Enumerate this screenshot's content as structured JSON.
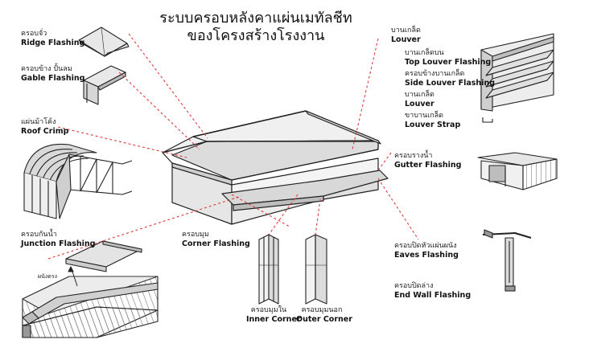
{
  "title": {
    "line1": "ระบบครอบหลังคาแผ่นเมทัลชีท",
    "line2": "ของโครงสร้างโรงงาน"
  },
  "labels": {
    "ridge": {
      "th": "ครอบจั่ว",
      "en": "Ridge Flashing"
    },
    "gable": {
      "th": "ครอบข้าง ปั้นลม",
      "en": "Gable Flashing"
    },
    "roof_crimp": {
      "th": "แผ่นม้าโค้ง",
      "en": "Roof Crimp"
    },
    "junction": {
      "th": "ครอบกันน้ำ",
      "en": "Junction Flashing"
    },
    "wall_note": "ผนังตรง",
    "corner": {
      "th": "ครอบมุม",
      "en": "Corner Flashing"
    },
    "inner_corner": {
      "th": "ครอบมุมใน",
      "en": "Inner Corner"
    },
    "outer_corner": {
      "th": "ครอบมุมนอก",
      "en": "Outer Corner"
    },
    "louver_main": {
      "th": "บานเกล็ด",
      "en": "Louver"
    },
    "top_louver": {
      "th": "บานเกล็ดบน",
      "en": "Top Louver Flashing"
    },
    "side_louver": {
      "th": "ครอบข้างบานเกล็ด",
      "en": "Side Louver Flashing"
    },
    "louver": {
      "th": "บานเกล็ด",
      "en": "Louver"
    },
    "louver_strap": {
      "th": "ขาบานเกล็ด",
      "en": "Louver Strap"
    },
    "gutter": {
      "th": "ครอบรางน้ำ",
      "en": "Gutter Flashing"
    },
    "eaves": {
      "th": "ครอบปิดหัวแผ่นผนัง",
      "en": "Eaves Flashing"
    },
    "end_wall": {
      "th": "ครอบปิดล่าง",
      "en": "End Wall Flashing"
    }
  },
  "colors": {
    "leader": "#e03a3a",
    "line": "#222222",
    "fill_light": "#f2f2f2",
    "fill_mid": "#dcdcdc",
    "fill_dark": "#9a9a9a"
  }
}
